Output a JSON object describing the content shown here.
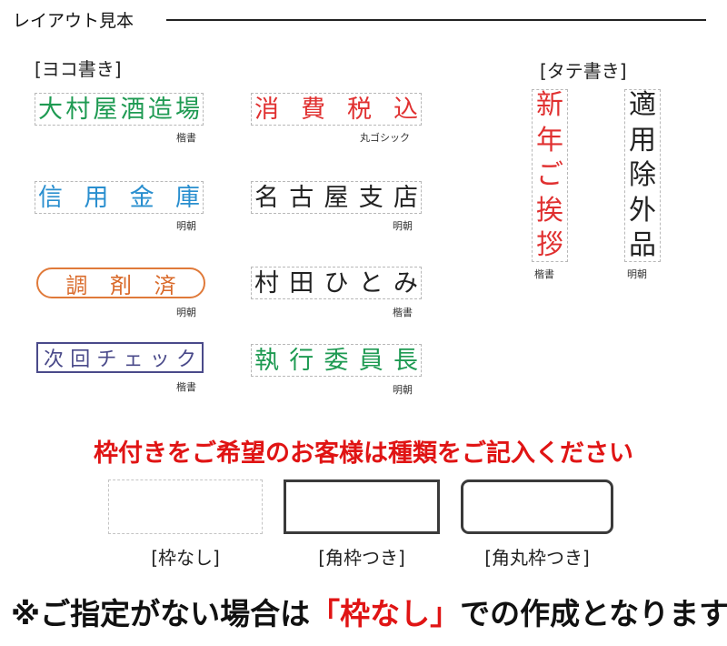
{
  "header": {
    "title": "レイアウト見本"
  },
  "sections": {
    "yoko_label": "[ヨコ書き]",
    "tate_label": "[タテ書き]"
  },
  "colors": {
    "green": "#1e9a52",
    "red": "#e03030",
    "blue": "#2a8fcf",
    "black": "#222222",
    "orange": "#d96a2a",
    "navy": "#4a4a8a",
    "notice_red": "#e01414"
  },
  "yoko": [
    {
      "text": "大村屋酒造場",
      "font": "楷書",
      "color": "#1e9a52"
    },
    {
      "text": "消費税込",
      "font": "丸ゴシック",
      "color": "#e03030"
    },
    {
      "text": "信用金庫",
      "font": "明朝",
      "color": "#2a8fcf"
    },
    {
      "text": "名古屋支店",
      "font": "明朝",
      "color": "#222222"
    },
    {
      "text": "調剤済",
      "font": "明朝",
      "color": "#d96a2a"
    },
    {
      "text": "村田ひとみ",
      "font": "楷書",
      "color": "#222222"
    },
    {
      "text": "次回チェック",
      "font": "楷書",
      "color": "#4a4a8a"
    },
    {
      "text": "執行委員長",
      "font": "明朝",
      "color": "#1e9a52"
    }
  ],
  "tate": [
    {
      "text": "新年ご挨拶",
      "font": "楷書",
      "color": "#e03030"
    },
    {
      "text": "適用除外品",
      "font": "明朝",
      "color": "#222222"
    }
  ],
  "notice": "枠付きをご希望のお客様は種類をご記入ください",
  "frames": [
    {
      "label": "[枠なし]"
    },
    {
      "label": "[角枠つき]"
    },
    {
      "label": "[角丸枠つき]"
    }
  ],
  "footer": {
    "prefix": "※ご指定がない場合は",
    "highlight": "「枠なし」",
    "suffix": "での作成となります"
  }
}
